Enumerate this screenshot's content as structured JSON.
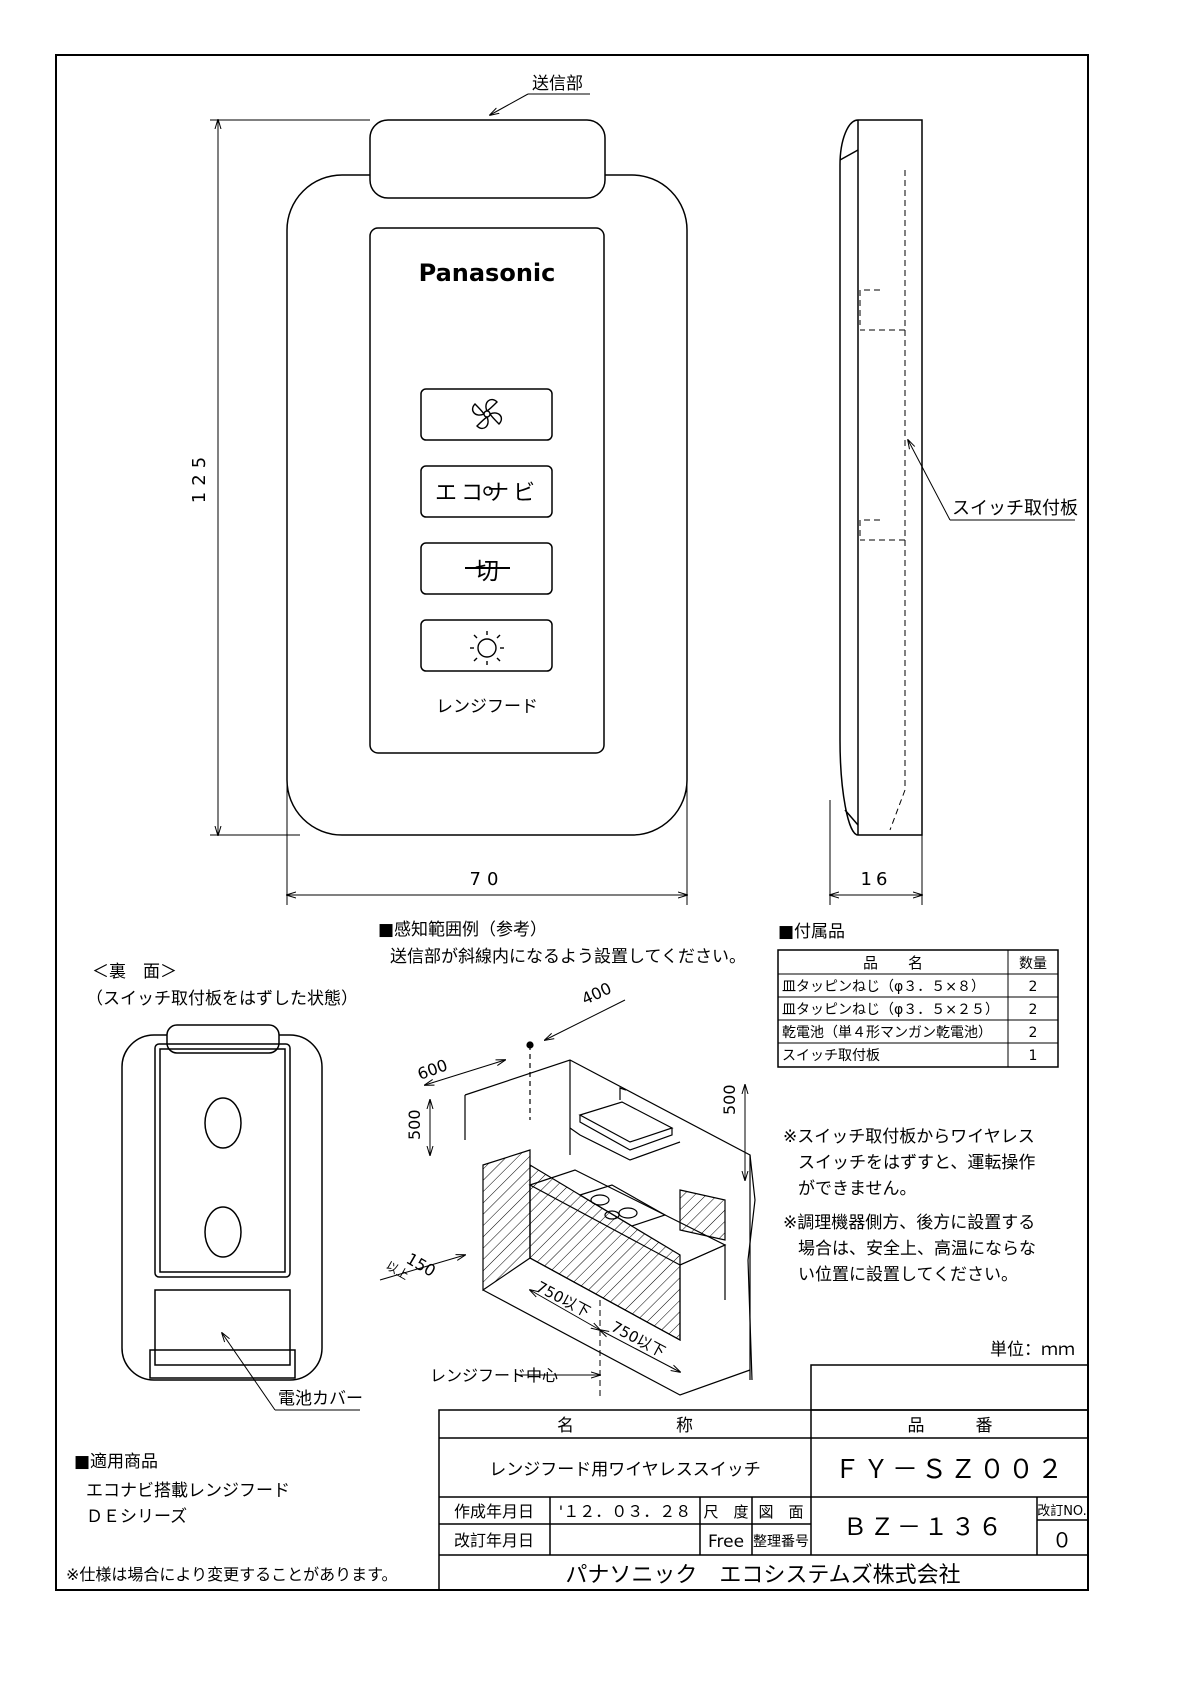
{
  "drawing": {
    "dimensions": {
      "height": "125",
      "width": "70",
      "depth": "16"
    },
    "labels": {
      "transmitter": "送信部",
      "switch_plate": "スイッチ取付板",
      "battery_cover": "電池カバー",
      "brand": "Panasonic",
      "remote_caption": "レンジフード"
    },
    "buttons": [
      {
        "name": "fan",
        "label": ""
      },
      {
        "name": "econavi",
        "label": "エコナビ"
      },
      {
        "name": "off",
        "label": "切"
      },
      {
        "name": "light",
        "label": ""
      }
    ]
  },
  "back_view": {
    "title": "＜裏　面＞",
    "subtitle": "（スイッチ取付板をはずした状態）"
  },
  "sensing": {
    "title": "■感知範囲例（参考）",
    "note": "送信部が斜線内になるよう設置してください。",
    "dims": {
      "d400": "400",
      "d600": "600",
      "d500a": "500",
      "d500b": "500",
      "d150": "150",
      "d150_suffix": "以上",
      "d750a": "750以下",
      "d750b": "750以下"
    },
    "hood_center": "レンジフード中心"
  },
  "accessories": {
    "title": "■付属品",
    "headers": [
      "品　　名",
      "数量"
    ],
    "rows": [
      [
        "皿タッピンねじ（φ３．５×８）",
        "2"
      ],
      [
        "皿タッピンねじ（φ３．５×２５）",
        "2"
      ],
      [
        "乾電池（単４形マンガン乾電池）",
        "2"
      ],
      [
        "スイッチ取付板",
        "1"
      ]
    ]
  },
  "notes": [
    "※スイッチ取付板からワイヤレス",
    "スイッチをはずすと、運転操作",
    "ができません。",
    "※調理機器側方、後方に設置する",
    "場合は、安全上、高温にならな",
    "い位置に設置してください。"
  ],
  "applicable": {
    "title": "■適用商品",
    "line1": "エコナビ搭載レンジフード",
    "line2": "ＤＥシリーズ"
  },
  "spec_note": "※仕様は場合により変更することがあります。",
  "unit": "単位：ｍｍ",
  "title_block": {
    "name_header": "名　　　　　　称",
    "number_header": "品　　　番",
    "product_name": "レンジフード用ワイヤレススイッチ",
    "product_number": "ＦＹ－ＳＺ００２",
    "created_label": "作成年月日",
    "created_date": "'１２．０３．２８",
    "revised_label": "改訂年月日",
    "revised_date": "",
    "scale_label": "尺　度",
    "scale_value": "Free",
    "drawing_label": "図　面",
    "ref_label": "整理番号",
    "drawing_number": "ＢＺ－１３６",
    "rev_label": "改訂NO.",
    "rev_value": "０",
    "company": "パナソニック　エコシステムズ株式会社"
  }
}
